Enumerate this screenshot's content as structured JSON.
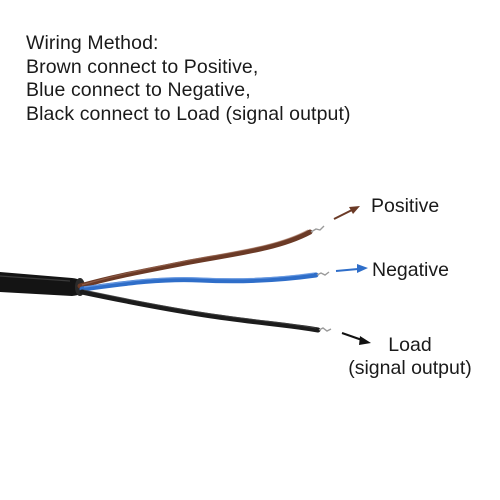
{
  "instructions": {
    "heading": "Wiring Method:",
    "lines": [
      "Brown connect to Positive,",
      "Blue connect to Negative,",
      "Black connect to Load (signal output)"
    ]
  },
  "labels": {
    "positive": "Positive",
    "negative": "Negative",
    "load_line1": "Load",
    "load_line2": "(signal output)"
  },
  "wires": [
    {
      "name": "brown",
      "color": "#6b3a26",
      "connects_to": "Positive"
    },
    {
      "name": "blue",
      "color": "#2f6ec9",
      "connects_to": "Negative"
    },
    {
      "name": "black",
      "color": "#1c1c1c",
      "connects_to": "Load"
    }
  ],
  "arrows": {
    "positive_color": "#6b3a26",
    "negative_color": "#2f6ec9",
    "load_color": "#111111"
  },
  "cable": {
    "jacket_color": "#141414"
  }
}
